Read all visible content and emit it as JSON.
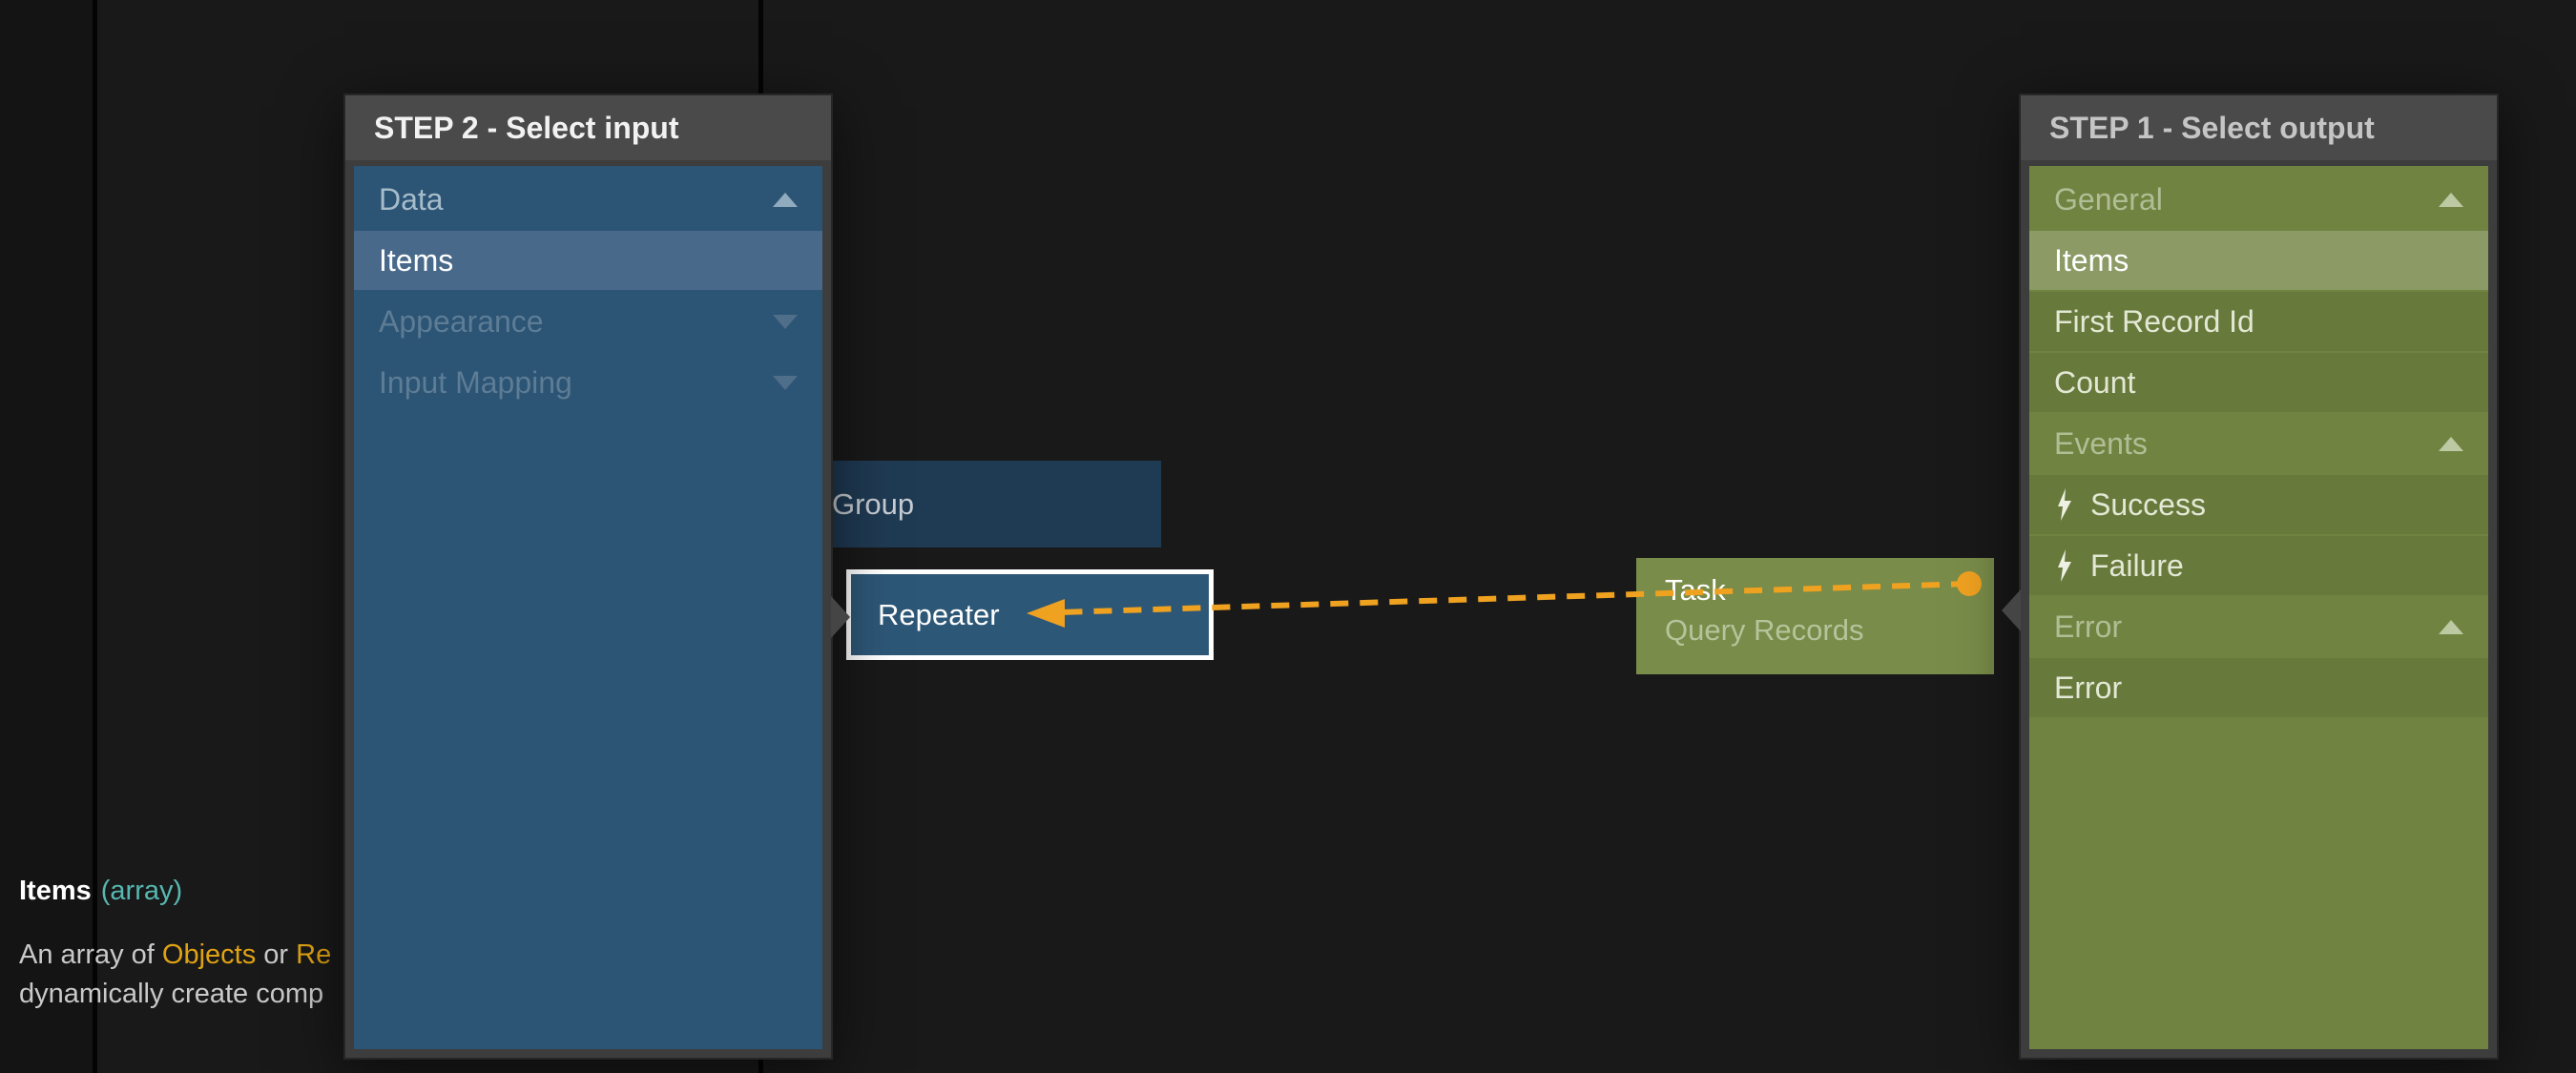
{
  "colors": {
    "accent_orange": "#EFA120",
    "panel_frame": "#3D3D3D",
    "panel_header_bg": "#4A4A4A",
    "input_panel_bg": "#2C5474",
    "input_selected_bg": "#49698A",
    "output_panel_bg": "#718341",
    "output_item_bg": "#67793B",
    "output_selected_bg": "#8C9B66",
    "node_blue": "#2D5777",
    "node_dark_blue": "#1F3A53",
    "node_green": "#7A8C49",
    "type_teal": "#57B7B0",
    "link_amber": "#DFA214"
  },
  "input_panel": {
    "title": "STEP 2 - Select input",
    "rows": [
      {
        "label": "Data",
        "type": "group",
        "state": "expanded"
      },
      {
        "label": "Items",
        "type": "item",
        "state": "selected"
      },
      {
        "label": "Appearance",
        "type": "group",
        "state": "collapsed"
      },
      {
        "label": "Input Mapping",
        "type": "group",
        "state": "collapsed"
      }
    ]
  },
  "output_panel": {
    "title": "STEP 1 - Select output",
    "rows": [
      {
        "label": "General",
        "type": "group",
        "state": "expanded"
      },
      {
        "label": "Items",
        "type": "item",
        "state": "selected"
      },
      {
        "label": "First Record Id",
        "type": "item"
      },
      {
        "label": "Count",
        "type": "item"
      },
      {
        "label": "Events",
        "type": "group",
        "state": "expanded"
      },
      {
        "label": "Success",
        "type": "item",
        "icon": "lightning"
      },
      {
        "label": "Failure",
        "type": "item",
        "icon": "lightning"
      },
      {
        "label": "Error",
        "type": "group",
        "state": "expanded"
      },
      {
        "label": "Error",
        "type": "item"
      }
    ]
  },
  "canvas": {
    "group_node": {
      "label": "Group"
    },
    "repeater_node": {
      "label": "Repeater"
    },
    "task_node": {
      "title": "Task",
      "subtitle": "Query Records"
    },
    "connection": {
      "from": "Task",
      "to": "Repeater",
      "style": "dashed"
    }
  },
  "tooltip": {
    "title": "Items",
    "type": "(array)",
    "line1": [
      {
        "text": "An array of ",
        "style": "normal"
      },
      {
        "text": "Objects",
        "style": "link"
      },
      {
        "text": " or ",
        "style": "normal"
      },
      {
        "text": "Re",
        "style": "link"
      }
    ],
    "line2": "dynamically create comp"
  }
}
